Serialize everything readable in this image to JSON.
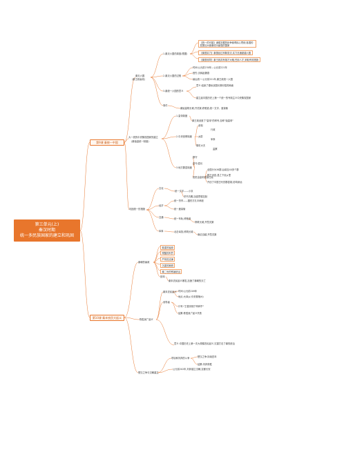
{
  "root": {
    "line1": "第三单元(上)",
    "line2": "秦汉时期",
    "line3": "统一多民族国家的建立和巩固"
  },
  "branch_a": {
    "title": "第9课 秦统一中国",
    "sub1": {
      "label": "秦灭六国",
      "label2": "(秦王政嬴政)",
      "reason_label": "1.秦灭六国的原因(根据)",
      "reasons": [
        "【统一的可能】诸侯割据的纷争使得民心思统;各国的发展壮大使秦成为最强的国家",
        "【秦国实力】秦国经过商鞅变法,实力迅速超越六国",
        "【秦国领导】秦王政具有雄才大略,任用人才,采取有效措施"
      ],
      "time": "时间:公元前230年—公元前221年",
      "process_label": "2.秦灭六国的过程",
      "process": [
        "首先:灭韩赵魏燕",
        "最后统一:公元前221年,秦王政统一六国"
      ],
      "sig_label": "3.秦统一六国的意义",
      "sig": [
        "意义:结束了春秋战国长期分裂的局面",
        "建立起中国历史上第一个统一的专制主义中央集权国家"
      ],
      "events": "事件",
      "events_text": "秦始皇筑长城,开灵渠,修驰道,统一文字、度量衡"
    },
    "sub2": {
      "label": "大一统的中央集权国家的建立",
      "label2": "(秦始皇统一制度)",
      "item1_label": "1.皇帝制度",
      "item1_text": "秦王政创造了\"皇帝\"的称号,自称\"始皇帝\"",
      "item2_label": "2.中央官僚制度",
      "item2_children": [
        "丞相",
        "太尉",
        "御史大夫"
      ],
      "item2_sub": [
        "行政",
        "军事",
        "监察"
      ],
      "item3_label": "3.地方郡县制度",
      "item3_children": [
        "郡守",
        "县令/县长"
      ],
      "item3_tail": "官吏由皇帝直接任免",
      "item3_desc": [
        "全国分为36郡,后增至40多个郡",
        "郡下设县,县之下设乡里",
        "开创了中国古代的郡县制,影响深远"
      ]
    },
    "sub3": {
      "label": "巩固统一的措施",
      "wen_label": "文化",
      "wen": [
        "统一文字——小篆",
        "焚书坑儒,加强思想控制"
      ],
      "jing_label": "经济",
      "jing": [
        "统一货币——圆形方孔半两钱",
        "统一度量衡"
      ],
      "jiao_label": "交通",
      "jiao": [
        "统一车轨,修驰道",
        "修筑长城,开凿灵渠"
      ],
      "jun_label": "军事",
      "jun": [
        "北击匈奴,修筑长城",
        "南征百越,开凿灵渠"
      ]
    }
  },
  "branch_b": {
    "title": "第10课 秦末农民大起义",
    "sub1": {
      "label": "秦朝的暴政",
      "items": [
        "繁重的徭役",
        "残酷的刑罚",
        "严苛的法律",
        "沉重的赋税",
        "秦二世的残暴统治"
      ],
      "impact_label": "影响",
      "impact": "秦末农民起义爆发,加速了秦朝的灭亡"
    },
    "sub2": {
      "label": "陈胜吴广起义",
      "items": [
        "秦末农民起义",
        "时间:公元前209年",
        "地点:大泽乡(今安徽宿州)",
        "口号:\"王侯将相宁有种乎\"",
        "结果:陈胜吴广起义失败",
        "意义:中国历史上第一次大规模农民起义,沉重打击了秦的统治"
      ],
      "leaders": "领导者"
    },
    "sub3": {
      "label": "楚汉之争与汉朝建立",
      "items": [
        "项羽和刘邦的斗争",
        "楚汉之争:持续四年",
        "结果:刘邦获胜",
        "公元前202年,刘邦建立汉朝,定都长安"
      ]
    }
  }
}
